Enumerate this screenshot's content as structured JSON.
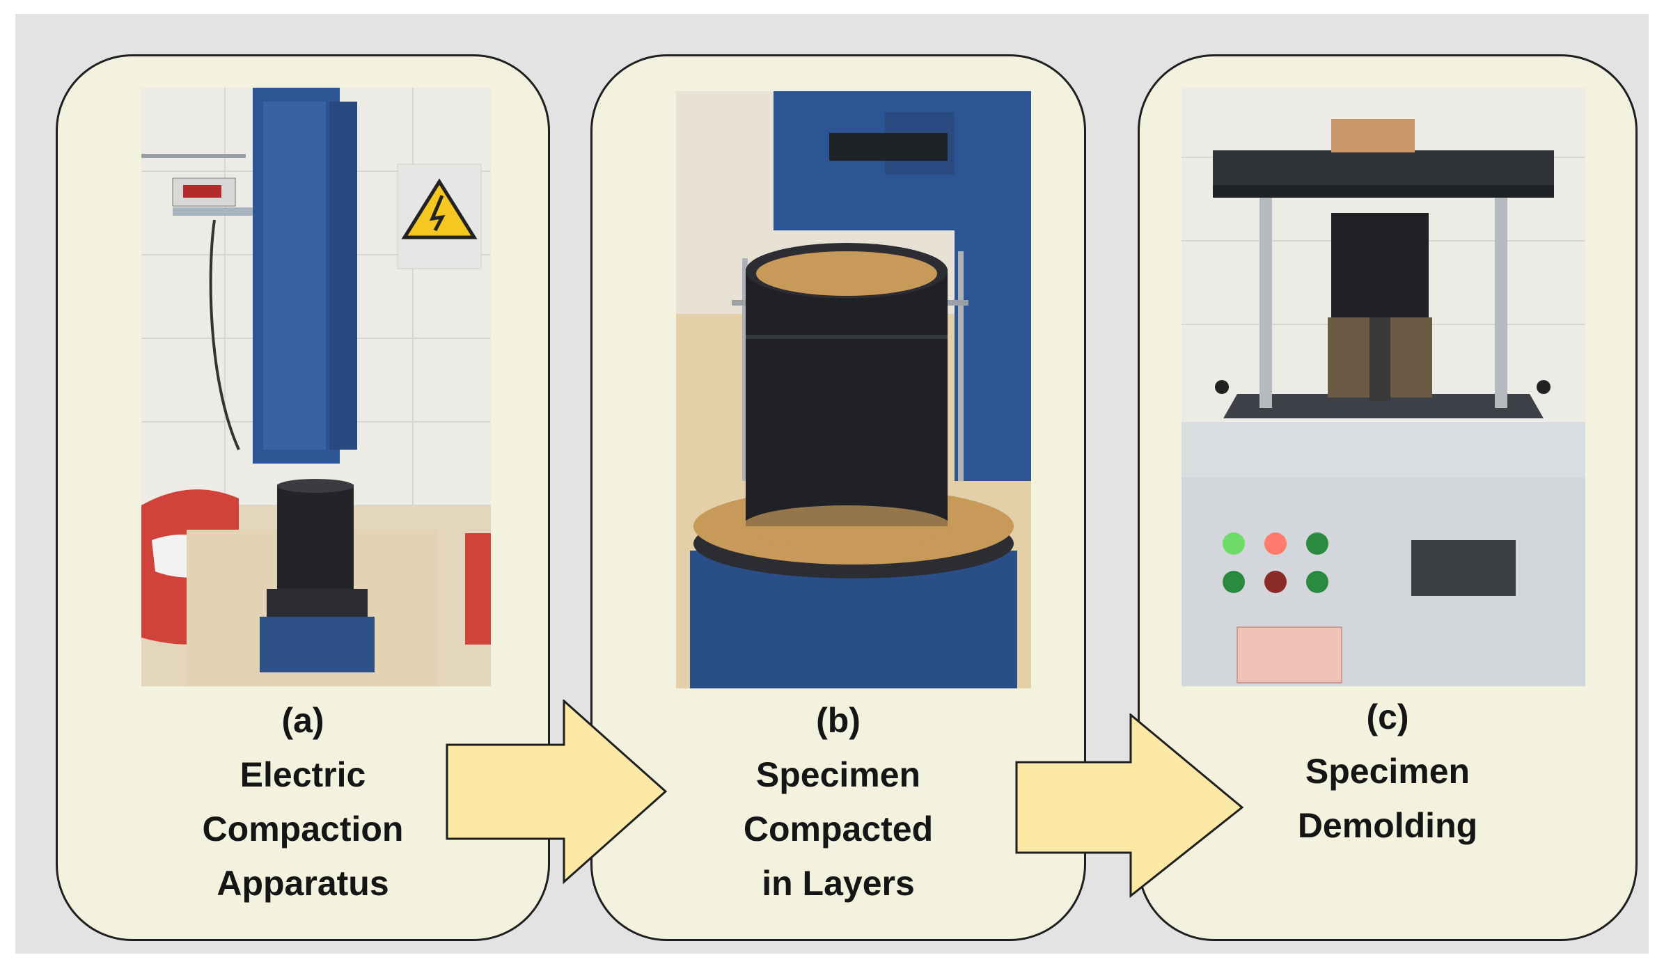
{
  "panels": [
    {
      "id": "a",
      "label": "(a)",
      "lines": [
        "Electric",
        "Compaction",
        "Apparatus"
      ]
    },
    {
      "id": "b",
      "label": "(b)",
      "lines": [
        "Specimen",
        "Compacted",
        "in Layers"
      ]
    },
    {
      "id": "c",
      "label": "(c)",
      "lines": [
        "Specimen",
        "Demolding"
      ]
    }
  ],
  "colors": {
    "panel_fill": "#f2f2df",
    "arrow_fill": "#fde9a6",
    "machine_blue": "#2d5593",
    "soil": "#c79a5a"
  }
}
